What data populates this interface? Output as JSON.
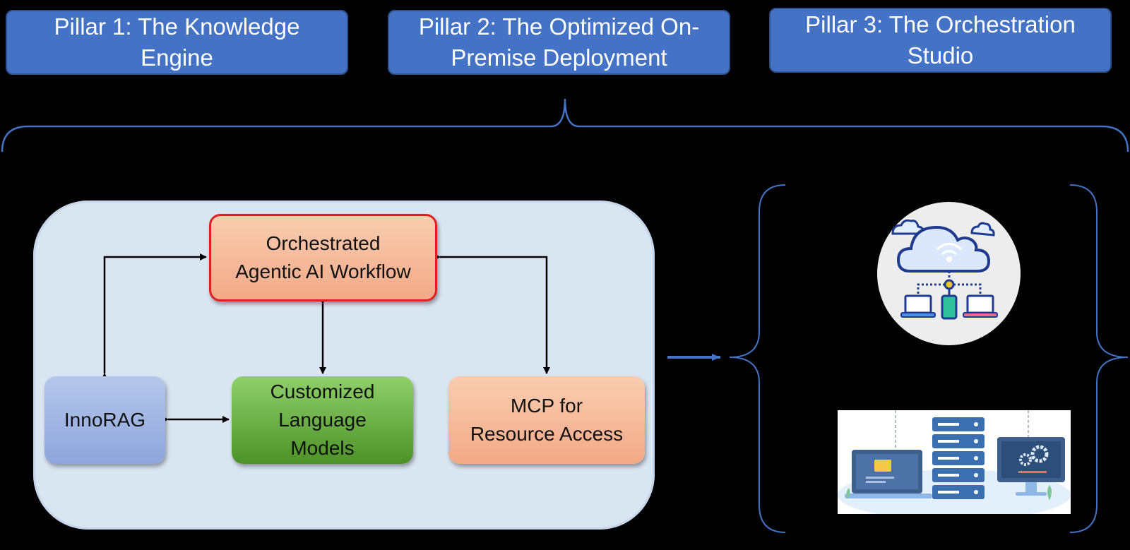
{
  "pillars": [
    {
      "line1": "Pillar 1: The Knowledge",
      "line2": "Engine"
    },
    {
      "line1": "Pillar 2: The Optimized On-",
      "line2": "Premise Deployment"
    },
    {
      "line1": "Pillar 3: The Orchestration",
      "line2": "Studio"
    }
  ],
  "nodes": {
    "orchestrator": {
      "line1": "Orchestrated",
      "line2": "Agentic AI Workflow"
    },
    "innorag": {
      "line1": "InnoRAG"
    },
    "language_models": {
      "line1": "Customized",
      "line2": "Language",
      "line3": "Models"
    },
    "mcp": {
      "line1": "MCP for",
      "line2": "Resource Access"
    }
  },
  "icons": {
    "cloud": "cloud-network-icon",
    "server": "server-infrastructure-icon"
  },
  "colors": {
    "pillar": "#4472c4",
    "panel": "#dae5f2",
    "orchestrator_border": "#e02020",
    "orange": "#f4b183",
    "green": "#70ad47",
    "blue_node": "#a9bde8",
    "brace": "#4472c4"
  }
}
